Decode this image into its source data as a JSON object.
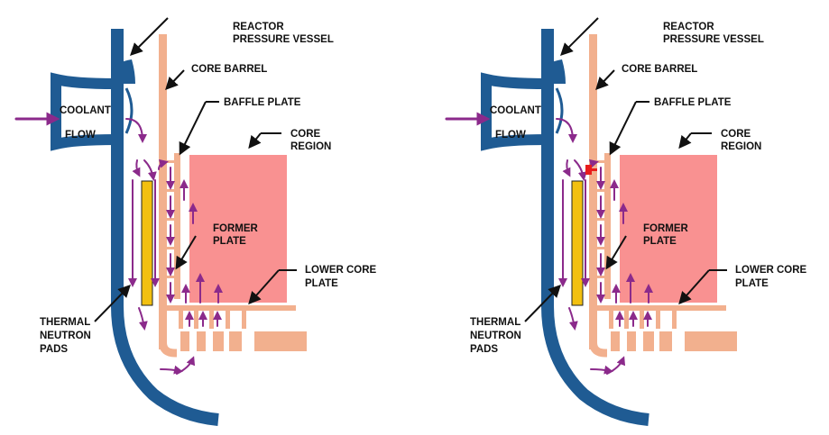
{
  "colors": {
    "vessel": "#1f5b93",
    "barrel": "#f2b08e",
    "core": "#f99191",
    "pad": "#f2c010",
    "flow": "#8b2a8b",
    "leader": "#111111",
    "defect": "#e81c1c"
  },
  "labels": {
    "reactor_pressure_vessel": [
      "REACTOR",
      "PRESSURE VESSEL"
    ],
    "core_barrel": "CORE BARREL",
    "baffle_plate": "BAFFLE PLATE",
    "core_region": [
      "CORE",
      "REGION"
    ],
    "former_plate": [
      "FORMER",
      "PLATE"
    ],
    "lower_core_plate": [
      "LOWER CORE",
      "PLATE"
    ],
    "thermal_neutron_pads": [
      "THERMAL",
      "NEUTRON",
      "PADS"
    ],
    "coolant_flow": [
      "COOLANT",
      "FLOW"
    ]
  },
  "panels": [
    {
      "id": "left",
      "defect_marker": false
    },
    {
      "id": "right",
      "defect_marker": true
    }
  ]
}
